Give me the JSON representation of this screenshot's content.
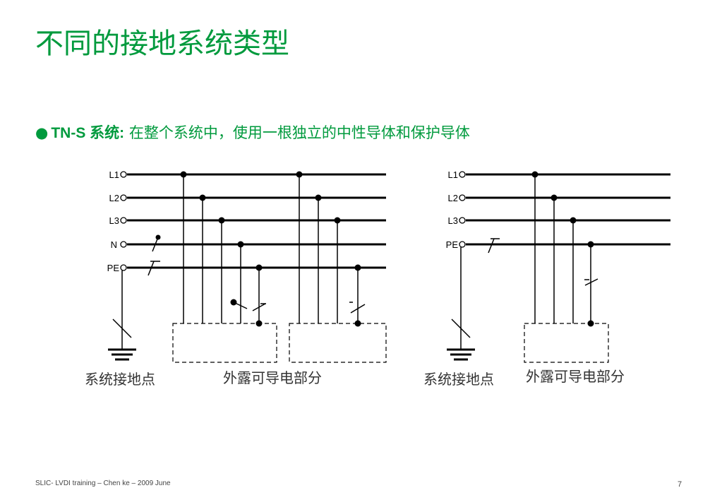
{
  "slide": {
    "title": "不同的接地系统类型",
    "bullet_lead": "TN-S 系统:",
    "bullet_text": " 在整个系统中，使用一根独立的中性导体和保护导体",
    "footer": "SLIC- LVDI training – Chen ke – 2009 June",
    "page_number": "7"
  },
  "diagrams": [
    {
      "conductors": [
        "L1",
        "L2",
        "L3",
        "N",
        "PE"
      ],
      "earth_label": "系统接地点",
      "exposed_label": "外露可导电部分"
    },
    {
      "conductors": [
        "L1",
        "L2",
        "L3",
        "PE"
      ],
      "earth_label": "系统接地点",
      "exposed_label": "外露可导电部分"
    }
  ],
  "colors": {
    "accent": "#009a3d",
    "line": "#000000",
    "label": "#333333"
  }
}
